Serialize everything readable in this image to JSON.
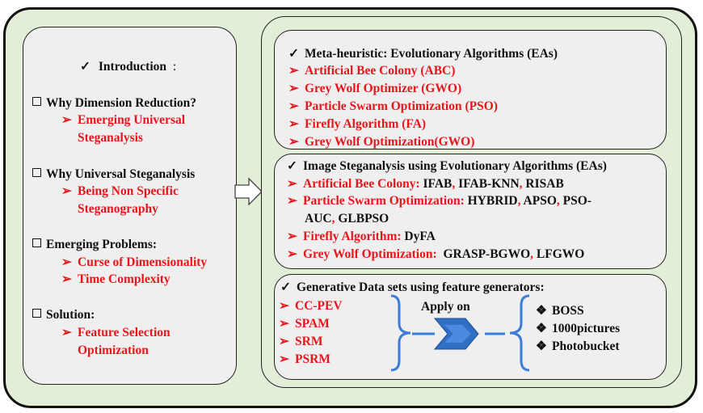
{
  "markers": {
    "check": "✓",
    "arrow": "➢",
    "diamond": "❖"
  },
  "left": {
    "intro": "Introduction",
    "intro_colon": ":",
    "sections": [
      {
        "title": "Why Dimension Reduction?",
        "items": [
          "Emerging Universal",
          "Steganalysis"
        ]
      },
      {
        "title": "Why Universal Steganalysis",
        "items": [
          "Being Non Specific",
          "Steganography"
        ]
      },
      {
        "title": "Emerging Problems:",
        "items": [
          "Curse of Dimensionality",
          "Time Complexity"
        ]
      },
      {
        "title": "Solution:",
        "items": [
          "Feature Selection",
          "Optimization"
        ]
      }
    ]
  },
  "box1": {
    "title": "Meta-heuristic: Evolutionary Algorithms (EAs)",
    "items": [
      "Artificial Bee Colony (ABC)",
      "Grey Wolf Optimizer (GWO)",
      "Particle Swarm Optimization (PSO)",
      "Firefly Algorithm (FA)",
      "Grey Wolf Optimization(GWO)"
    ]
  },
  "box2": {
    "title": "Image Steganalysis using Evolutionary Algorithms (EAs)",
    "abc_label": "Artificial Bee Colony:",
    "abc_1": "IFAB",
    "abc_2": "IFAB-KNN",
    "abc_3": "RISAB",
    "pso_label": "Particle Swarm Optimization:",
    "pso_1": "HYBRID",
    "pso_2": "APSO",
    "pso_3a": "PSO-",
    "pso_3b": "AUC",
    "pso_4": "GLBPSO",
    "fa_label": "Firefly Algorithm:",
    "fa_1": "DyFA",
    "gwo_label": "Grey Wolf Optimization:",
    "gwo_1": "GRASP-BGWO",
    "gwo_2": "LFGWO",
    "sep": ","
  },
  "box3": {
    "title": "Generative Data sets using feature generators:",
    "generators": [
      "CC-PEV",
      "SPAM",
      "SRM",
      "PSRM"
    ],
    "apply": "Apply on",
    "datasets": [
      "BOSS",
      "1000pictures",
      "Photobucket"
    ]
  },
  "colors": {
    "red": "#e8161b",
    "blue": "#3b7dd8",
    "background": "#e3eed9",
    "panel": "#efefef"
  }
}
